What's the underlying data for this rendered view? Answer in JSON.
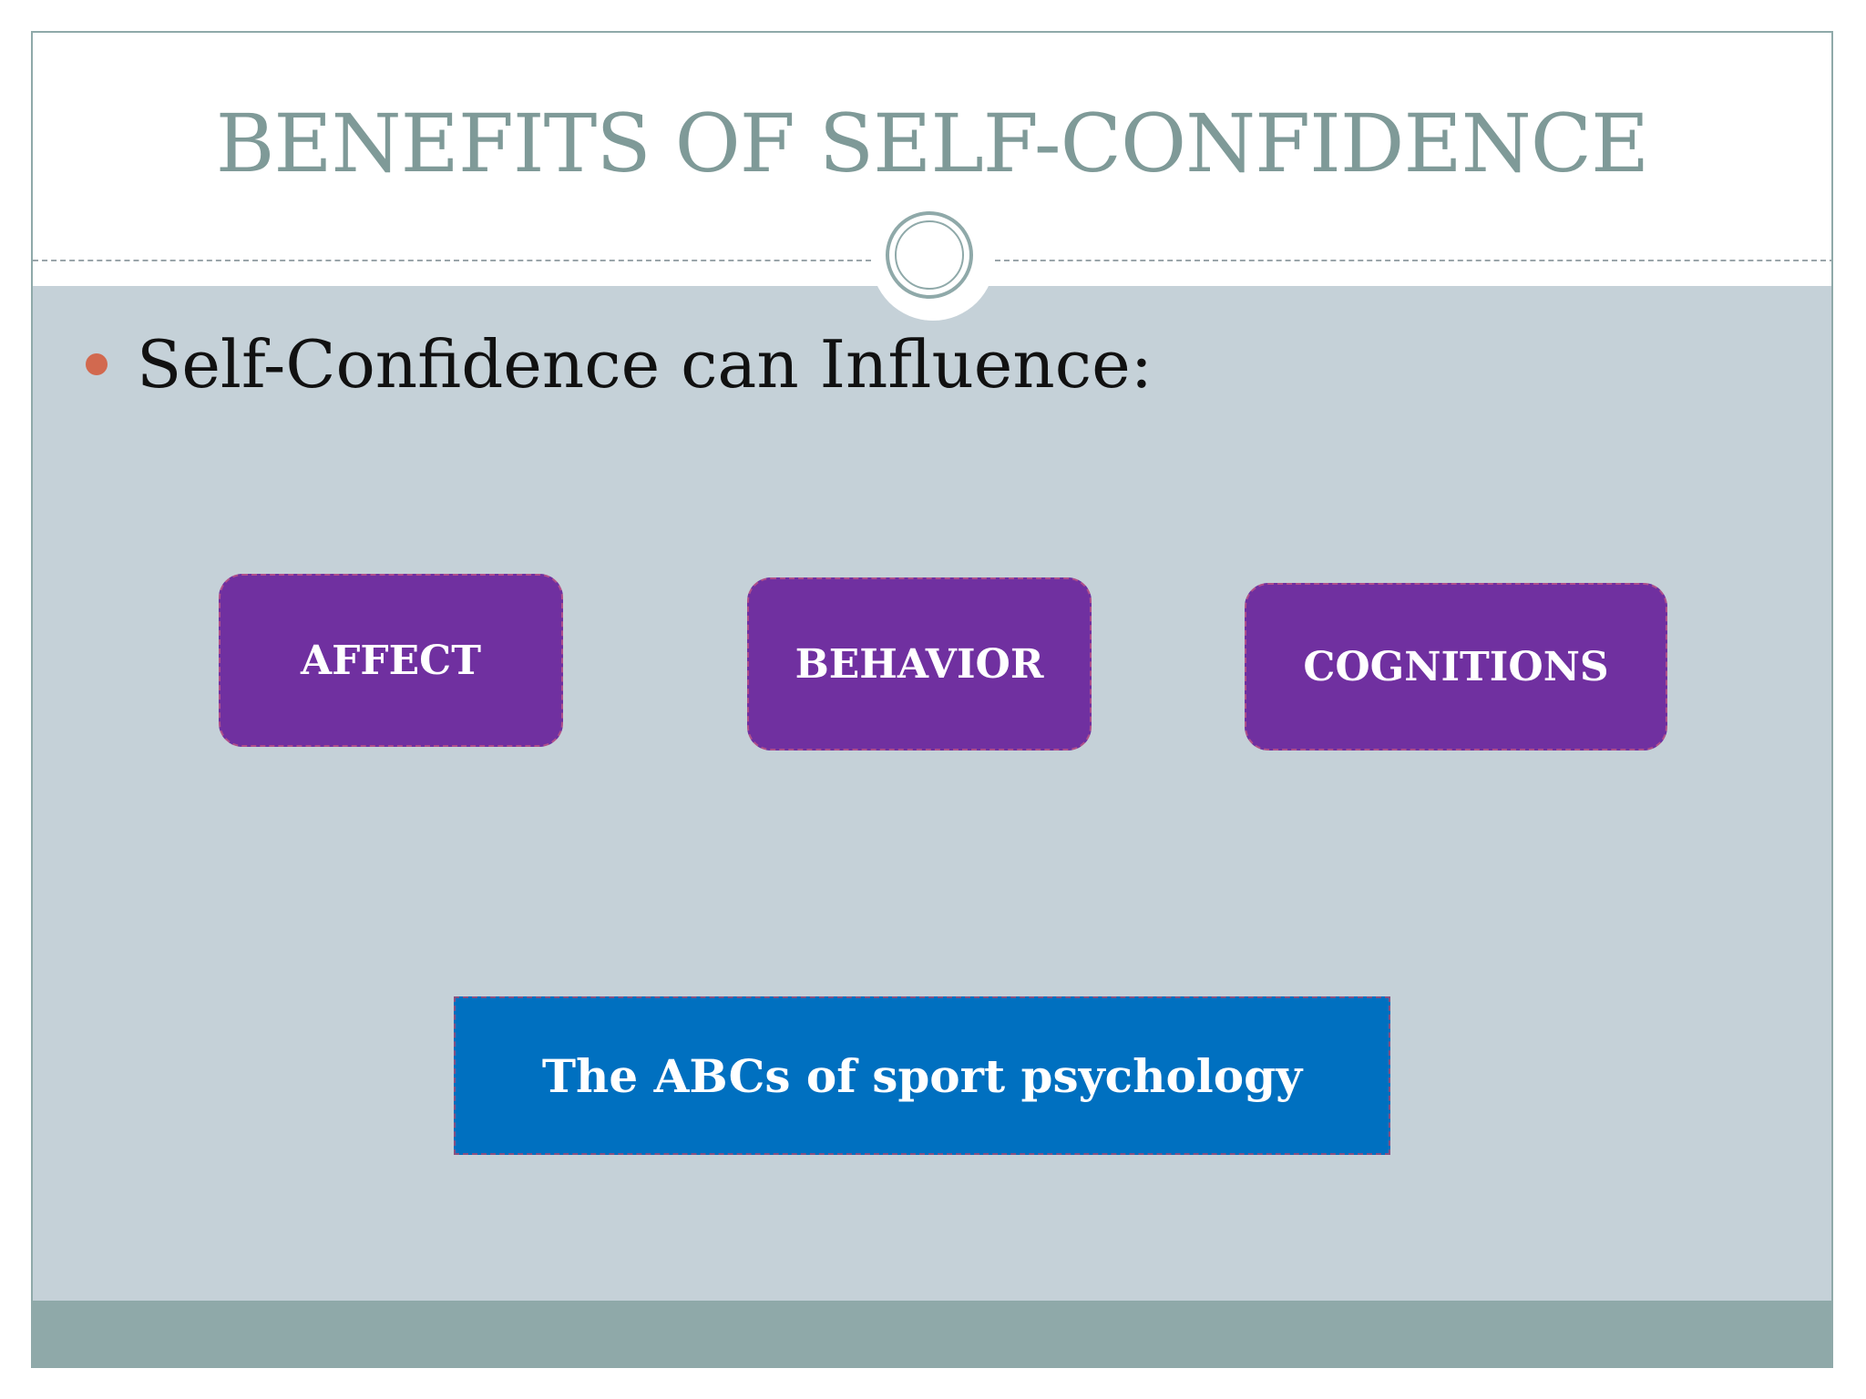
{
  "slide": {
    "title": "BENEFITS OF SELF-CONFIDENCE",
    "bullet": "Self-Confidence can Influence:",
    "boxes": [
      {
        "label": "AFFECT"
      },
      {
        "label": "BEHAVIOR"
      },
      {
        "label": "COGNITIONS"
      }
    ],
    "summary": "The ABCs of sport psychology"
  },
  "colors": {
    "title": "#7f9a98",
    "body_background": "#c5d1d8",
    "bullet_dot": "#d2694f",
    "box_fill": "#7030a0",
    "summary_fill": "#0070c0",
    "footer_band": "#8fa9a9"
  },
  "icons": {
    "ornament": "double-ring-ornament-icon",
    "bullet": "bullet-dot-icon"
  }
}
